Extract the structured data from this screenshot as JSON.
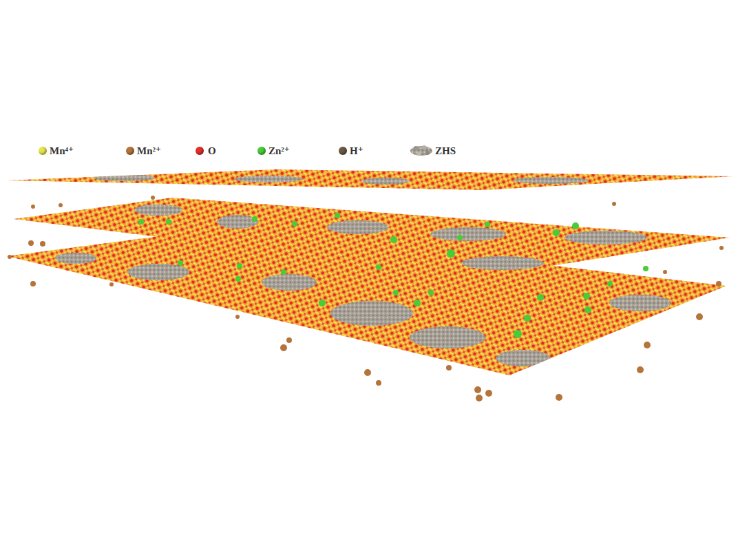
{
  "diagram": {
    "legend": [
      {
        "text": "Mn⁴⁺",
        "color": "#e6e64a"
      },
      {
        "text": "Mn²⁺",
        "color": "#b5743a"
      },
      {
        "text": "O",
        "color": "#e2302a"
      },
      {
        "text": "Zn²⁺",
        "color": "#48cc38"
      },
      {
        "text": "H⁺",
        "color": "#6b5846"
      },
      {
        "text": "ZHS"
      }
    ]
  }
}
